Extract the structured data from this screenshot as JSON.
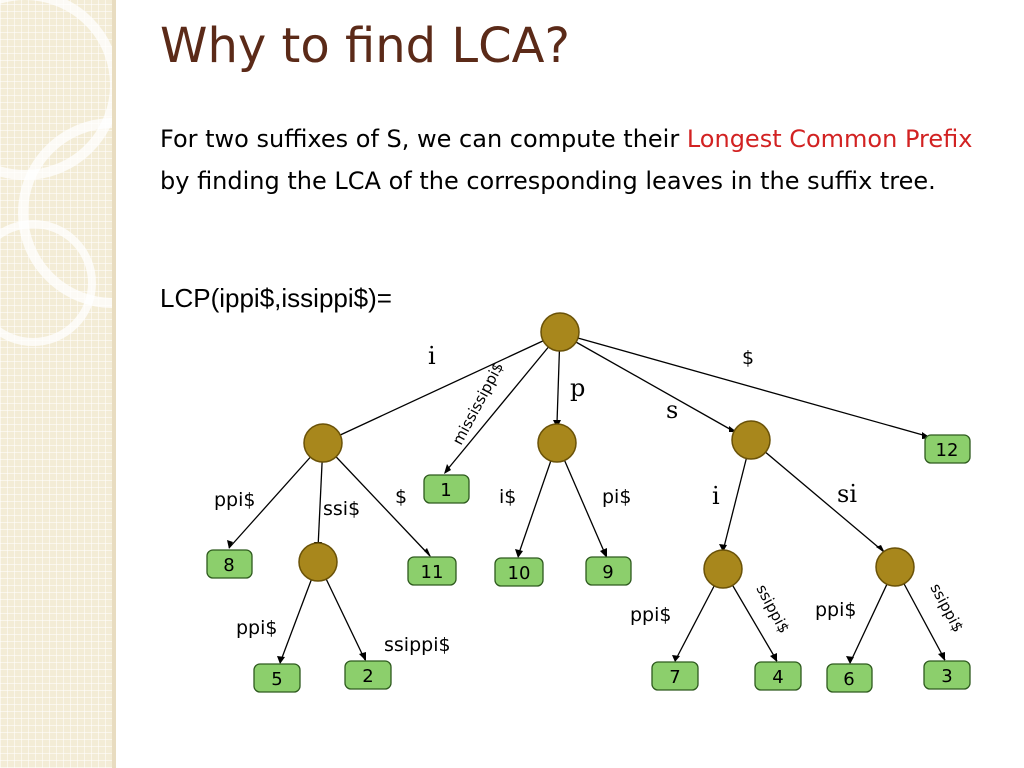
{
  "slide": {
    "title": "Why to find LCA?",
    "body_part1": "For two suffixes of S, we can compute their ",
    "body_highlight": "Longest Common Prefix",
    "body_part2": " by finding the LCA of the corresponding leaves in the suffix tree.",
    "lcp_expression": "LCP(ippi$,issippi$)=",
    "highlight_color": "#d22222",
    "title_color": "#5b2a18"
  },
  "tree": {
    "node_color": "#a8871c",
    "leaf_color": "#8ccf6c",
    "leaves": [
      "12",
      "1",
      "8",
      "11",
      "10",
      "9",
      "5",
      "2",
      "7",
      "4",
      "6",
      "3"
    ],
    "edge_labels": {
      "root_i": "i",
      "root_mississippi": "mississippi$",
      "root_p": "p",
      "root_s": "s",
      "root_dollar": "$",
      "i_ppi": "ppi$",
      "i_ssi": "ssi$",
      "i_dollar": "$",
      "p_i": "i$",
      "p_pi": "pi$",
      "s_i": "i",
      "s_si": "si",
      "ssi_ppi": "ppi$",
      "ssi_ssippi": "ssippi$",
      "si_ppi": "ppi$",
      "si_ssippi": "ssippi$",
      "ssi2_ppi": "ppi$",
      "ssi2_ssippi": "ssippi$"
    }
  }
}
